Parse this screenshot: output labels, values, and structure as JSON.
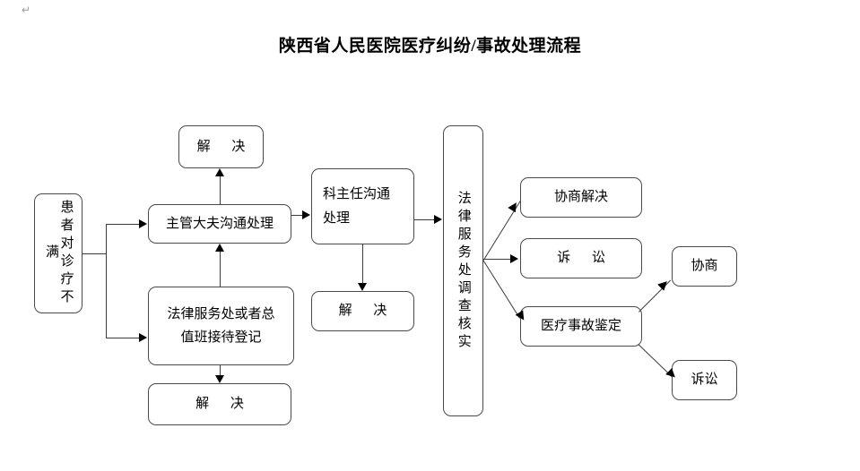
{
  "document": {
    "title": "陕西省人民医院医疗纠纷/事故处理流程",
    "pilcrow": "↵"
  },
  "chart_data": {
    "type": "flowchart",
    "title": "陕西省人民医院医疗纠纷/事故处理流程",
    "nodes": [
      {
        "id": "start",
        "label": "患者对诊疗不满",
        "orientation": "vertical"
      },
      {
        "id": "doctor",
        "label": "主管大夫沟通处理",
        "orientation": "horizontal"
      },
      {
        "id": "resolve1",
        "label": "解 决",
        "orientation": "horizontal"
      },
      {
        "id": "legal_desk",
        "label": "法律服务处或者总\n值班接待登记",
        "orientation": "horizontal"
      },
      {
        "id": "resolve2",
        "label": "解 决",
        "orientation": "horizontal"
      },
      {
        "id": "director",
        "label": "科主任沟通\n处理",
        "orientation": "horizontal"
      },
      {
        "id": "resolve3",
        "label": "解 决",
        "orientation": "horizontal"
      },
      {
        "id": "investigate",
        "label": "法律服务处调查核实",
        "orientation": "vertical"
      },
      {
        "id": "negotiate_s",
        "label": "协商解决",
        "orientation": "horizontal"
      },
      {
        "id": "lawsuit1",
        "label": "诉 讼",
        "orientation": "horizontal"
      },
      {
        "id": "appraisal",
        "label": "医疗事故鉴定",
        "orientation": "horizontal"
      },
      {
        "id": "negotiate",
        "label": "协商",
        "orientation": "horizontal"
      },
      {
        "id": "lawsuit2",
        "label": "诉讼",
        "orientation": "horizontal"
      }
    ],
    "edges": [
      {
        "from": "start",
        "to": "doctor"
      },
      {
        "from": "start",
        "to": "legal_desk"
      },
      {
        "from": "doctor",
        "to": "resolve1"
      },
      {
        "from": "legal_desk",
        "to": "doctor"
      },
      {
        "from": "legal_desk",
        "to": "resolve2"
      },
      {
        "from": "doctor",
        "to": "director"
      },
      {
        "from": "director",
        "to": "resolve3"
      },
      {
        "from": "director",
        "to": "investigate"
      },
      {
        "from": "investigate",
        "to": "negotiate_s"
      },
      {
        "from": "investigate",
        "to": "lawsuit1"
      },
      {
        "from": "investigate",
        "to": "appraisal"
      },
      {
        "from": "appraisal",
        "to": "negotiate"
      },
      {
        "from": "appraisal",
        "to": "lawsuit2"
      }
    ],
    "colors": {
      "stroke": "#3b3b3b",
      "text": "#000000",
      "background": "#ffffff"
    }
  }
}
